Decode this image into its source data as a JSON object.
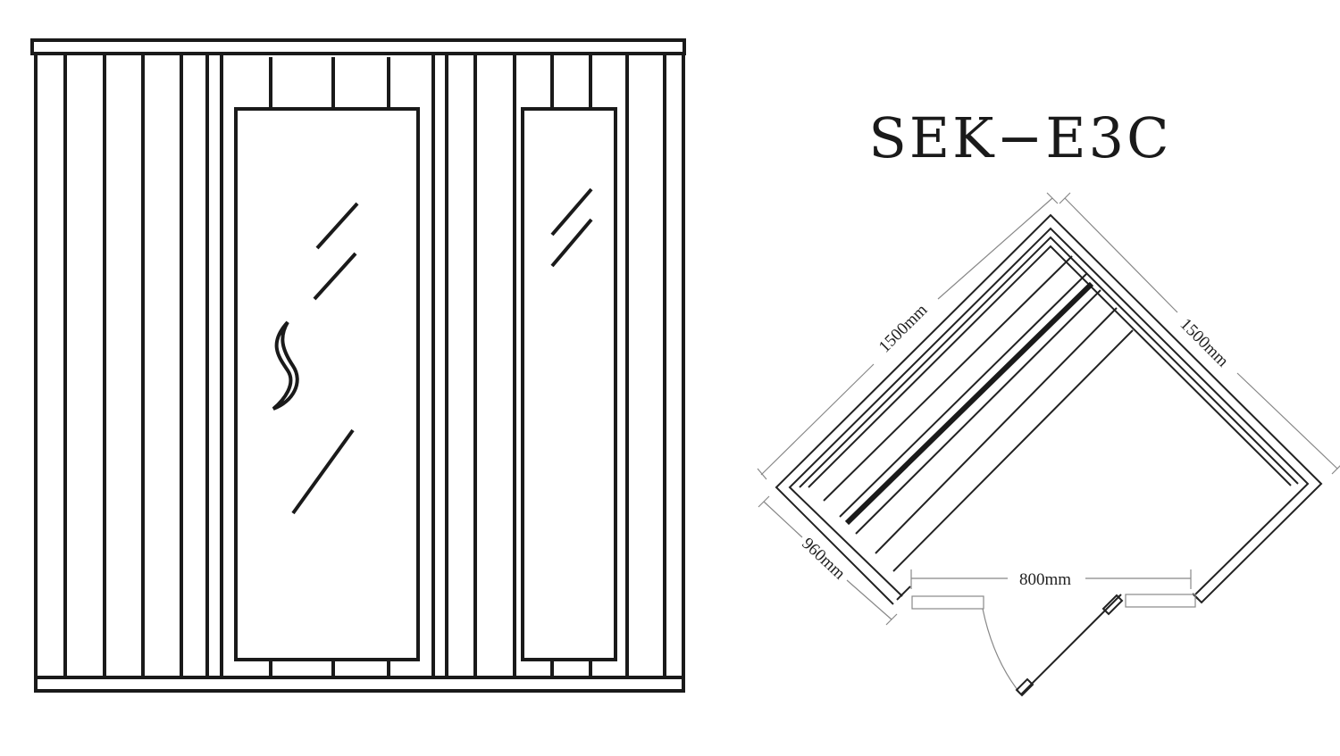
{
  "title": "SEK−E3C",
  "dimensions": {
    "left_wall": "1500mm",
    "right_wall": "1500mm",
    "side_panel": "960mm",
    "door_opening": "800mm"
  },
  "colors": {
    "line": "#1a1a1a",
    "dimension": "#888888"
  }
}
